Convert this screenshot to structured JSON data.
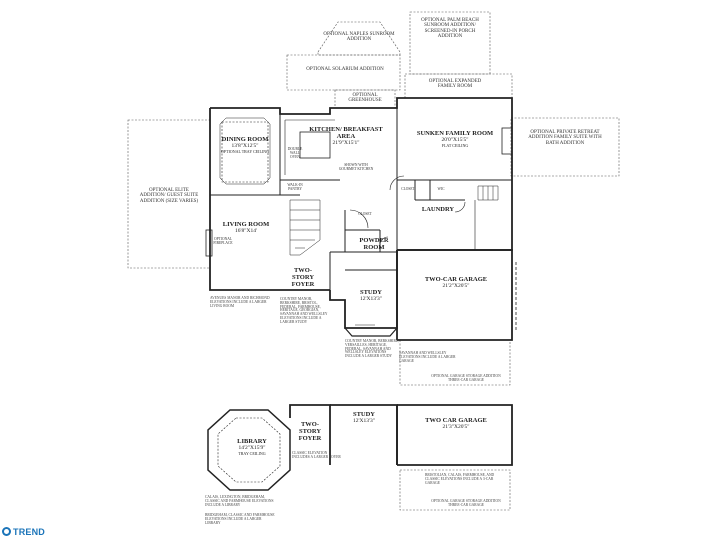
{
  "rooms": {
    "dining": {
      "name": "DINING ROOM",
      "dim": "13'8\"X12'5\"",
      "sub": "OPTIONAL TRAY CEILING"
    },
    "kitchen": {
      "name": "KITCHEN/ BREAKFAST AREA",
      "dim": "21'9\"X15'1\""
    },
    "sunken": {
      "name": "SUNKEN FAMILY ROOM",
      "dim": "20'0\"X15'5\"",
      "sub": "FLAT CEILING"
    },
    "living": {
      "name": "LIVING ROOM",
      "dim": "16'8\"X14'"
    },
    "laundry": {
      "name": "LAUNDRY"
    },
    "powder": {
      "name": "POWDER ROOM"
    },
    "study": {
      "name": "STUDY",
      "dim": "12'X13'3\""
    },
    "foyer": {
      "name": "TWO-STORY FOYER"
    },
    "garage": {
      "name": "TWO-CAR GARAGE",
      "dim": "21'2\"X20'5\""
    },
    "library": {
      "name": "LIBRARY",
      "dim": "14'2\"X15'9\"",
      "sub": "TRAY CEILING"
    },
    "foyer2": {
      "name": "TWO-STORY FOYER"
    },
    "study2": {
      "name": "STUDY",
      "dim": "12'X13'3\""
    },
    "garage2": {
      "name": "TWO CAR GARAGE",
      "dim": "21'3\"X20'5\""
    }
  },
  "small_labels": {
    "walk_in_pantry": "WALK-IN PANTRY",
    "double_wall_oven": "DOUBLE WALL OVEN",
    "shown_with_gourmet": "SHOWN WITH GOURMET KITCHEN",
    "closet": "CLOSET",
    "closet2": "CLOSET",
    "wic": "WIC",
    "optional_fireplace": "OPTIONAL FIREPLACE"
  },
  "options": {
    "naples": "OPTIONAL NAPLES SUNROOM ADDITION",
    "palm_beach": "OPTIONAL PALM BEACH SUNROOM ADDITION/ SCREENED-IN PORCH ADDITION",
    "solarium": "OPTIONAL SOLARIUM ADDITION",
    "expanded_family": "OPTIONAL EXPANDED FAMILY ROOM",
    "greenhouse": "OPTIONAL GREENHOUSE",
    "private_retreat": "OPTIONAL PRIVATE RETREAT ADDITION FAMILY SUITE WITH BATH ADDITION",
    "elite": "OPTIONAL ELITE ADDITION/ GUEST SUITE ADDITION (SIZE VARIES)"
  },
  "notes": {
    "n1": "AVENUES MANOR AND RICHMOND ELEVATIONS INCLUDE A LARGER LIVING ROOM",
    "n2": "COUNTRY MANOR, BERKSHIRE, BRISTOL, FEDERAL, FARMHOUSE, HERITAGE, GEORGIAN, SAVANNAH AND WELLSLEY ELEVATIONS INCLUDE A LARGER STUDY",
    "n3": "COUNTRY MANOR, BERKSHIRE, VERSAILLES, HERITAGE, FEDERAL, SAVANNAH AND WELLSLEY ELEVATIONS INCLUDE A LARGER STUDY",
    "n4": "SAVANNAH AND WELLSLEY ELEVATIONS INCLUDE A LARGER GARAGE",
    "n5": "OPTIONAL GARAGE STORAGE ADDITION THREE-CAR GARAGE",
    "n6": "CLASSIC ELEVATION INCLUDES A LARGER FOYER",
    "n7": "CALAIS, LEXINGTON, BRIDGEHAM, CLASSIC AND FARMHOUSE ELEVATIONS INCLUDE A LIBRARY",
    "n8": "BRIDGEHAM, CLASSIC AND FARMHOUSE ELEVATIONS INCLUDE A LARGER LIBRARY",
    "n9": "BRISTOLIAN, CALAIS, FARMHOUSE, AND CLASSIC ELEVATIONS INCLUDE A 3-CAR GARAGE",
    "n10": "OPTIONAL GARAGE STORAGE ADDITION THREE-CAR GARAGE"
  },
  "watermark": "TREND",
  "colors": {
    "line": "#222222",
    "dash": "#555555",
    "logo": "#1b74b9"
  }
}
